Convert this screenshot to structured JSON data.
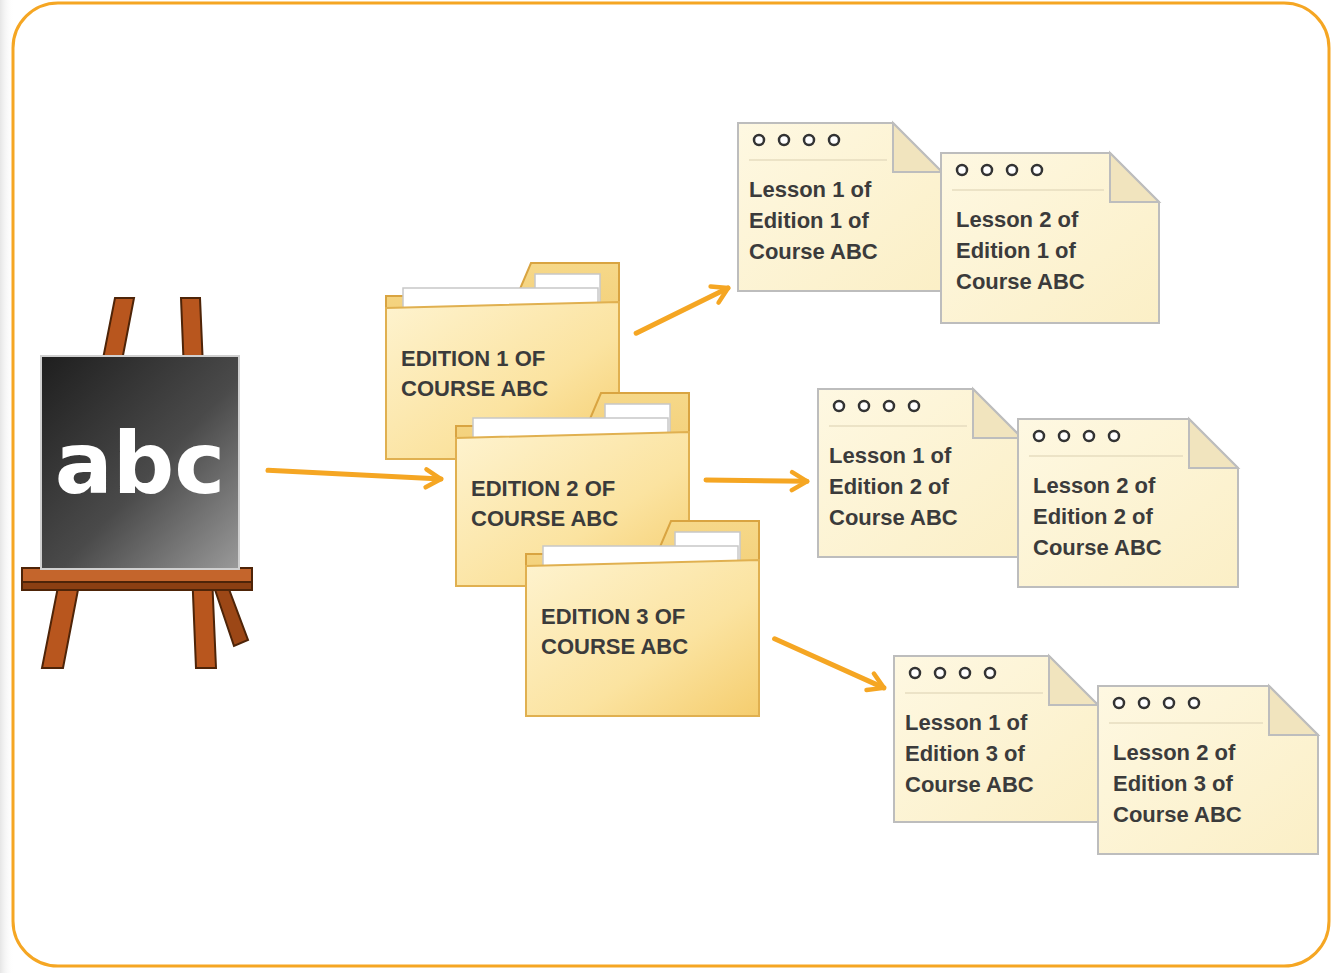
{
  "diagram": {
    "nodes": [
      {
        "text": [
          "abc"
        ]
      },
      {
        "text": [
          "EDITION 1 OF COURSE ABC"
        ]
      },
      {
        "text": [
          "Lesson 1 of Edition 1 of Course ABC"
        ]
      },
      {
        "text": [
          "Lesson 2 of Edition 1 of Course ABC"
        ]
      },
      {
        "text": [
          "EDITION 2 OF COURSE ABC"
        ]
      },
      {
        "text": [
          "Lesson 1 of Edition 2 of Course ABC"
        ]
      },
      {
        "text": [
          "Lesson 2 of Edition 2 of Course ABC"
        ]
      },
      {
        "text": [
          "EDITION 3 OF COURSE ABC"
        ]
      },
      {
        "text": [
          "Lesson 1 of Edition 3 of Course ABC"
        ]
      },
      {
        "text": [
          "Lesson 2 of Edition 3 of Course ABC"
        ]
      }
    ],
    "edges": [
      {
        "from": 0,
        "to": 4,
        "arrow": "to"
      },
      {
        "from": 1,
        "to": 2,
        "arrow": "to"
      },
      {
        "from": 4,
        "to": 5,
        "arrow": "to"
      },
      {
        "from": 7,
        "to": 8,
        "arrow": "to"
      }
    ]
  }
}
